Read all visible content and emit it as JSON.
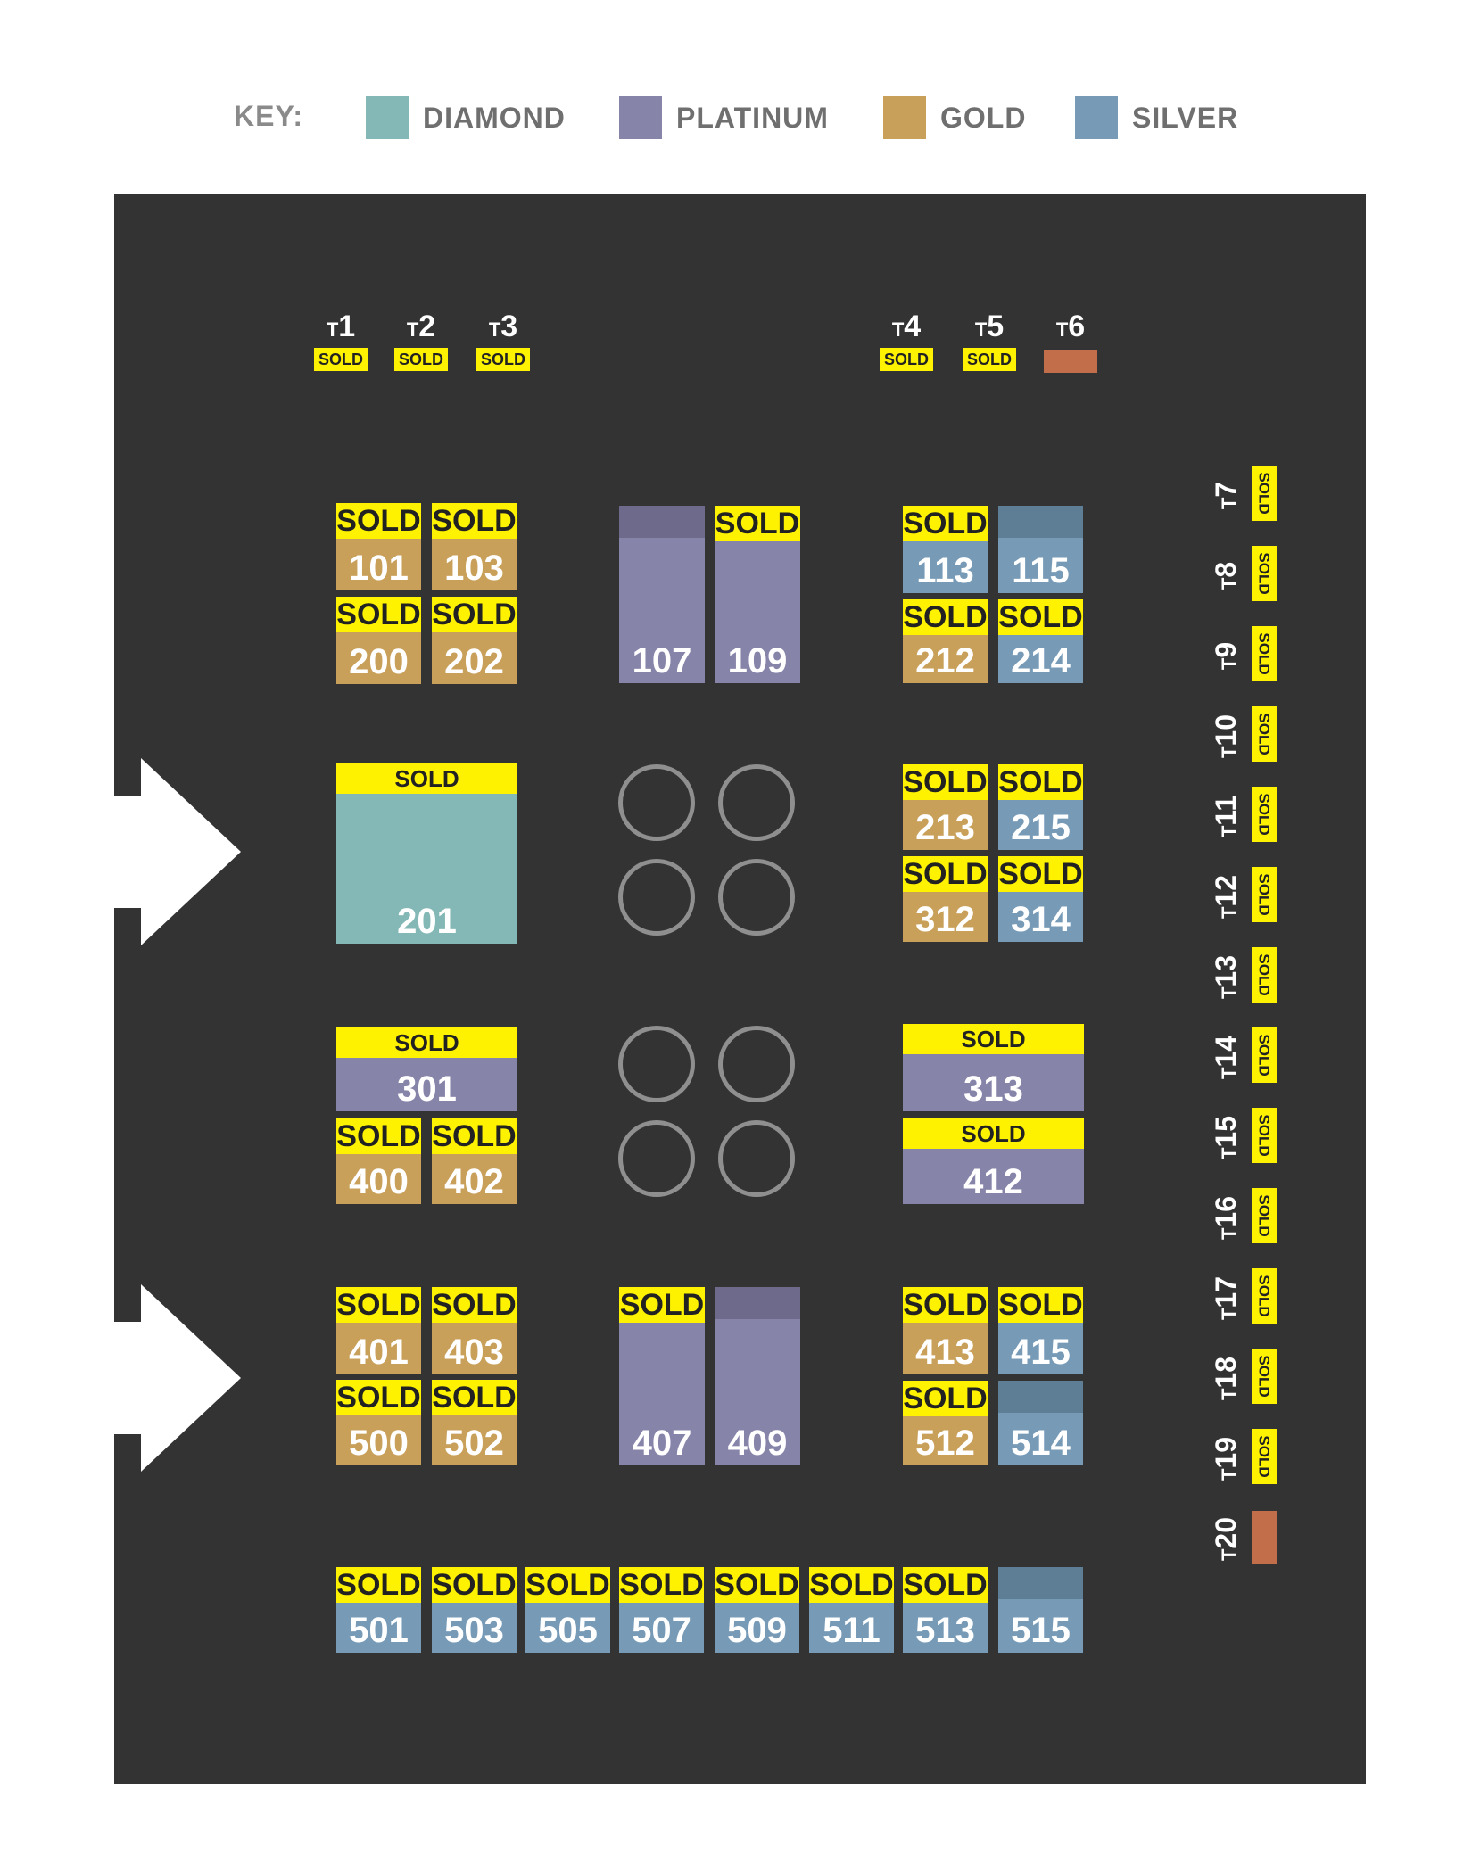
{
  "legend": {
    "key_label": "KEY:",
    "items": [
      {
        "label": "DIAMOND",
        "color": "#84b8b6"
      },
      {
        "label": "PLATINUM",
        "color": "#8784aa"
      },
      {
        "label": "GOLD",
        "color": "#c9a05a"
      },
      {
        "label": "SILVER",
        "color": "#779bb7"
      }
    ]
  },
  "sold_label": "SOLD",
  "colors": {
    "floor": "#333333",
    "sold_tag": "#fff200",
    "available_table": "#c36e4a",
    "table_circle": "#8f8f8f"
  },
  "booths": [
    {
      "number": "101",
      "tier": "gold",
      "sold": true
    },
    {
      "number": "103",
      "tier": "gold",
      "sold": true
    },
    {
      "number": "200",
      "tier": "gold",
      "sold": true
    },
    {
      "number": "202",
      "tier": "gold",
      "sold": true
    },
    {
      "number": "107",
      "tier": "platinum",
      "sold": false
    },
    {
      "number": "109",
      "tier": "platinum",
      "sold": true
    },
    {
      "number": "113",
      "tier": "silver",
      "sold": true
    },
    {
      "number": "115",
      "tier": "silver",
      "sold": false
    },
    {
      "number": "212",
      "tier": "gold",
      "sold": true
    },
    {
      "number": "214",
      "tier": "silver",
      "sold": true
    },
    {
      "number": "201",
      "tier": "diamond",
      "sold": true
    },
    {
      "number": "213",
      "tier": "gold",
      "sold": true
    },
    {
      "number": "215",
      "tier": "silver",
      "sold": true
    },
    {
      "number": "312",
      "tier": "gold",
      "sold": true
    },
    {
      "number": "314",
      "tier": "silver",
      "sold": true
    },
    {
      "number": "301",
      "tier": "platinum",
      "sold": true
    },
    {
      "number": "400",
      "tier": "gold",
      "sold": true
    },
    {
      "number": "402",
      "tier": "gold",
      "sold": true
    },
    {
      "number": "313",
      "tier": "platinum",
      "sold": true
    },
    {
      "number": "412",
      "tier": "platinum",
      "sold": true
    },
    {
      "number": "401",
      "tier": "gold",
      "sold": true
    },
    {
      "number": "403",
      "tier": "gold",
      "sold": true
    },
    {
      "number": "500",
      "tier": "gold",
      "sold": true
    },
    {
      "number": "502",
      "tier": "gold",
      "sold": true
    },
    {
      "number": "407",
      "tier": "platinum",
      "sold": true
    },
    {
      "number": "409",
      "tier": "platinum",
      "sold": false
    },
    {
      "number": "413",
      "tier": "gold",
      "sold": true
    },
    {
      "number": "415",
      "tier": "silver",
      "sold": true
    },
    {
      "number": "512",
      "tier": "gold",
      "sold": true
    },
    {
      "number": "514",
      "tier": "silver",
      "sold": false
    },
    {
      "number": "501",
      "tier": "silver",
      "sold": true
    },
    {
      "number": "503",
      "tier": "silver",
      "sold": true
    },
    {
      "number": "505",
      "tier": "silver",
      "sold": true
    },
    {
      "number": "507",
      "tier": "silver",
      "sold": true
    },
    {
      "number": "509",
      "tier": "silver",
      "sold": true
    },
    {
      "number": "511",
      "tier": "silver",
      "sold": true
    },
    {
      "number": "513",
      "tier": "silver",
      "sold": true
    },
    {
      "number": "515",
      "tier": "silver",
      "sold": false
    }
  ],
  "tables": [
    {
      "prefix": "T",
      "number": "1",
      "sold": true
    },
    {
      "prefix": "T",
      "number": "2",
      "sold": true
    },
    {
      "prefix": "T",
      "number": "3",
      "sold": true
    },
    {
      "prefix": "T",
      "number": "4",
      "sold": true
    },
    {
      "prefix": "T",
      "number": "5",
      "sold": true
    },
    {
      "prefix": "T",
      "number": "6",
      "sold": false
    },
    {
      "prefix": "T",
      "number": "7",
      "sold": true
    },
    {
      "prefix": "T",
      "number": "8",
      "sold": true
    },
    {
      "prefix": "T",
      "number": "9",
      "sold": true
    },
    {
      "prefix": "T",
      "number": "10",
      "sold": true
    },
    {
      "prefix": "T",
      "number": "11",
      "sold": true
    },
    {
      "prefix": "T",
      "number": "12",
      "sold": true
    },
    {
      "prefix": "T",
      "number": "13",
      "sold": true
    },
    {
      "prefix": "T",
      "number": "14",
      "sold": true
    },
    {
      "prefix": "T",
      "number": "15",
      "sold": true
    },
    {
      "prefix": "T",
      "number": "16",
      "sold": true
    },
    {
      "prefix": "T",
      "number": "17",
      "sold": true
    },
    {
      "prefix": "T",
      "number": "18",
      "sold": true
    },
    {
      "prefix": "T",
      "number": "19",
      "sold": true
    },
    {
      "prefix": "T",
      "number": "20",
      "sold": false
    }
  ]
}
